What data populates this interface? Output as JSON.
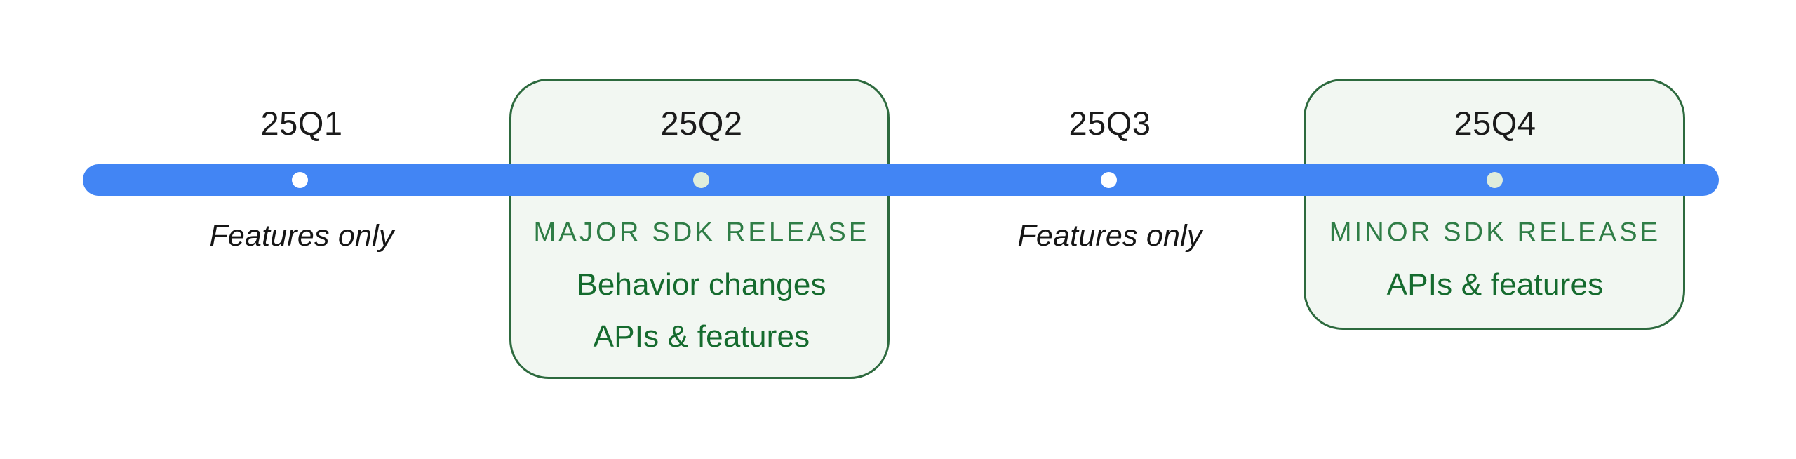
{
  "colors": {
    "rail": "#4285f4",
    "card_background": "#f2f7f2",
    "card_border": "#2d6a3e",
    "release_text": "#156b2e",
    "eyebrow_text": "#2f7d46",
    "plain_text": "#161616",
    "dot_plain": "#ffffff",
    "dot_release": "#dfeddc",
    "page_background": "#ffffff"
  },
  "timeline": {
    "milestones": [
      {
        "id": "25q1",
        "quarter_label": "25Q1",
        "dot_style": "plain",
        "highlighted": false,
        "caption_plain": "Features only",
        "caption_lines": []
      },
      {
        "id": "25q2",
        "quarter_label": "25Q2",
        "dot_style": "release",
        "highlighted": true,
        "caption_eyebrow": "MAJOR SDK RELEASE",
        "caption_lines": [
          "Behavior changes",
          "APIs & features"
        ]
      },
      {
        "id": "25q3",
        "quarter_label": "25Q3",
        "dot_style": "plain",
        "highlighted": false,
        "caption_plain": "Features only",
        "caption_lines": []
      },
      {
        "id": "25q4",
        "quarter_label": "25Q4",
        "dot_style": "release",
        "highlighted": true,
        "caption_eyebrow": "MINOR SDK RELEASE",
        "caption_lines": [
          "APIs & features"
        ]
      }
    ]
  }
}
